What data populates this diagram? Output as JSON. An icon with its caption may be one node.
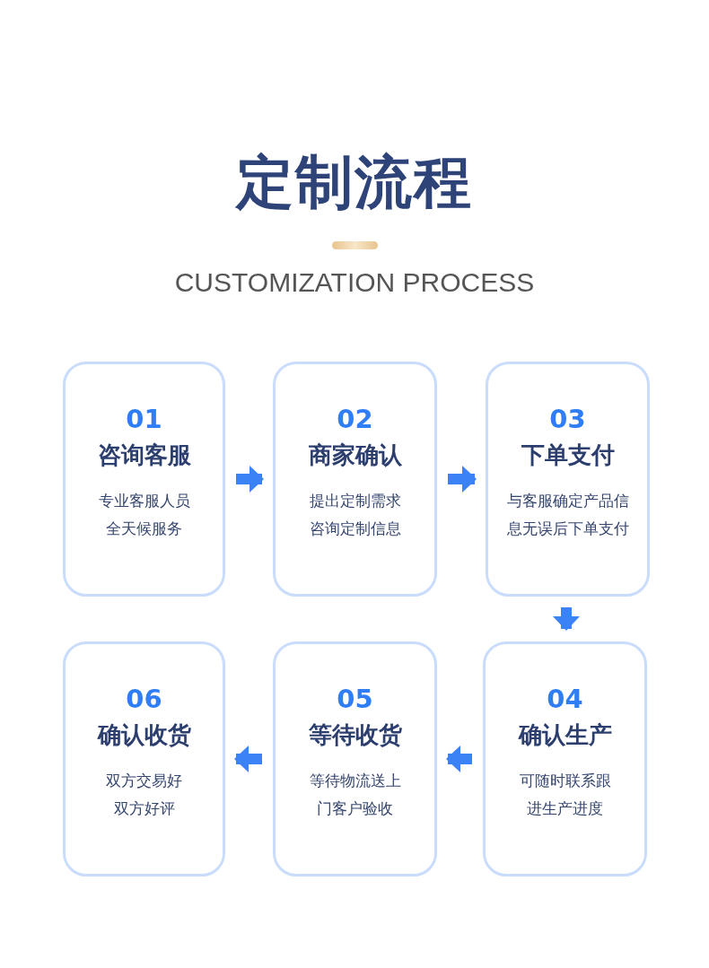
{
  "diagram": {
    "title": "定制流程",
    "labels": [
      "CUSTOMIZATION PROCESS"
    ],
    "nodes": [
      {
        "text": [
          "01",
          "咨询客服",
          "专业客服人员全天候服务"
        ]
      },
      {
        "text": [
          "02",
          "商家确认",
          "提出定制需求咨询定制信息"
        ]
      },
      {
        "text": [
          "03",
          "下单支付",
          "与客服确定产品信息无误后下单支付"
        ]
      },
      {
        "text": [
          "04",
          "确认生产",
          "可随时联系跟进生产进度"
        ]
      },
      {
        "text": [
          "05",
          "等待收货",
          "等待物流送上门客户验收"
        ]
      },
      {
        "text": [
          "06",
          "确认收货",
          "双方交易好双方好评"
        ]
      }
    ],
    "edges": [
      {
        "from": 0,
        "to": 1,
        "arrow": "to"
      },
      {
        "from": 1,
        "to": 2,
        "arrow": "to"
      },
      {
        "from": 2,
        "to": 3,
        "arrow": "to"
      },
      {
        "from": 3,
        "to": 4,
        "arrow": "to"
      },
      {
        "from": 4,
        "to": 5,
        "arrow": "to"
      }
    ]
  }
}
